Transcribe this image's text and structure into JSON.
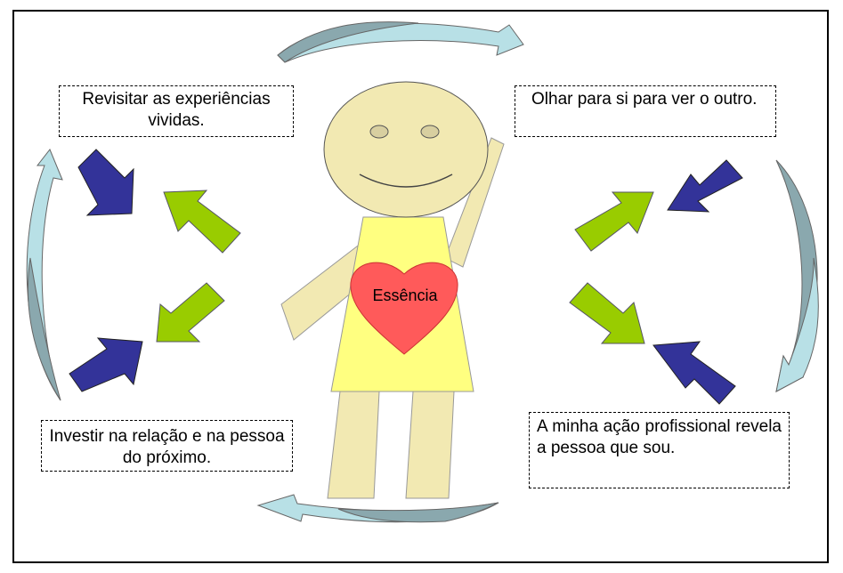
{
  "heart": {
    "label": "Essência"
  },
  "boxes": {
    "top_left": "Revisitar as experiências vividas.",
    "top_right": "Olhar para si para ver o outro.",
    "bottom_left": "Investir na relação e na pessoa do próximo.",
    "bottom_right": "A minha ação profissional revela a pessoa que sou."
  },
  "colors": {
    "head": "#f2e9b2",
    "dress": "#ffff80",
    "heart": "#ff5a5a",
    "arrow_blue": "#333399",
    "arrow_green": "#99cc00",
    "cycle_dark": "#8aa8ae",
    "cycle_light": "#b8e0e6"
  }
}
